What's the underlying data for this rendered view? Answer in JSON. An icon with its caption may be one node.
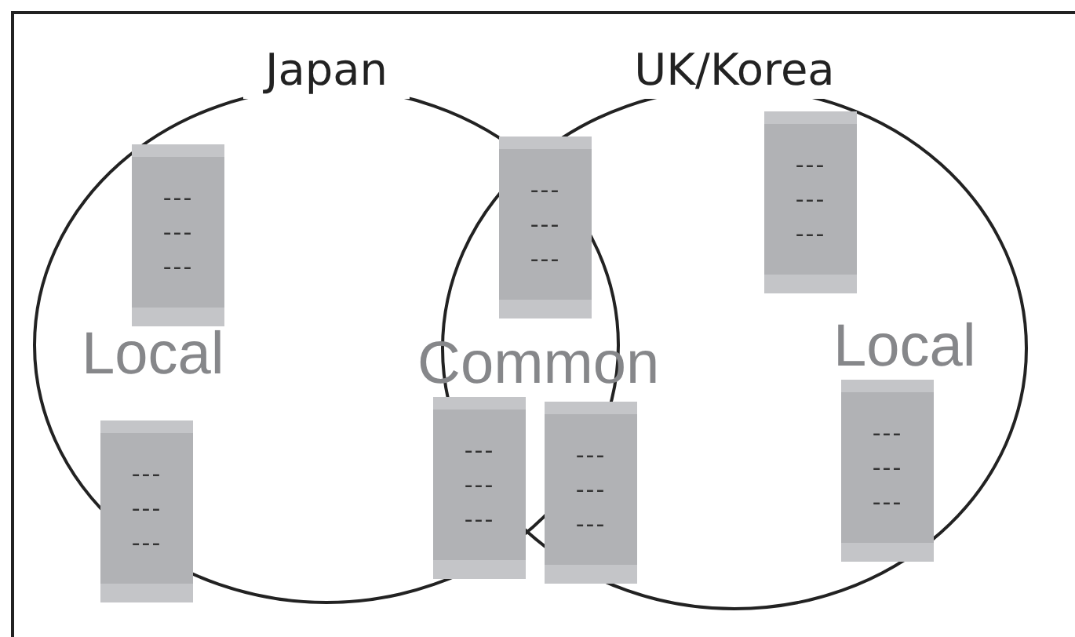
{
  "diagram": {
    "nodes": [
      {
        "text": [
          "Japan"
        ]
      },
      {
        "text": [
          "UK/Korea"
        ]
      },
      {
        "text": [
          "---",
          "---",
          "---"
        ],
        "in": 0
      },
      {
        "text": [
          "---",
          "---",
          "---"
        ],
        "in": 0
      },
      {
        "text": [
          "---",
          "---",
          "---"
        ]
      },
      {
        "text": [
          "---",
          "---",
          "---"
        ],
        "in": 0
      },
      {
        "text": [
          "---",
          "---",
          "---"
        ],
        "in": 1
      },
      {
        "text": [
          "---",
          "---",
          "---"
        ],
        "in": 1
      },
      {
        "text": [
          "---",
          "---",
          "---"
        ],
        "in": 1
      }
    ],
    "labels": [
      "Local",
      "Common",
      "Local"
    ]
  }
}
